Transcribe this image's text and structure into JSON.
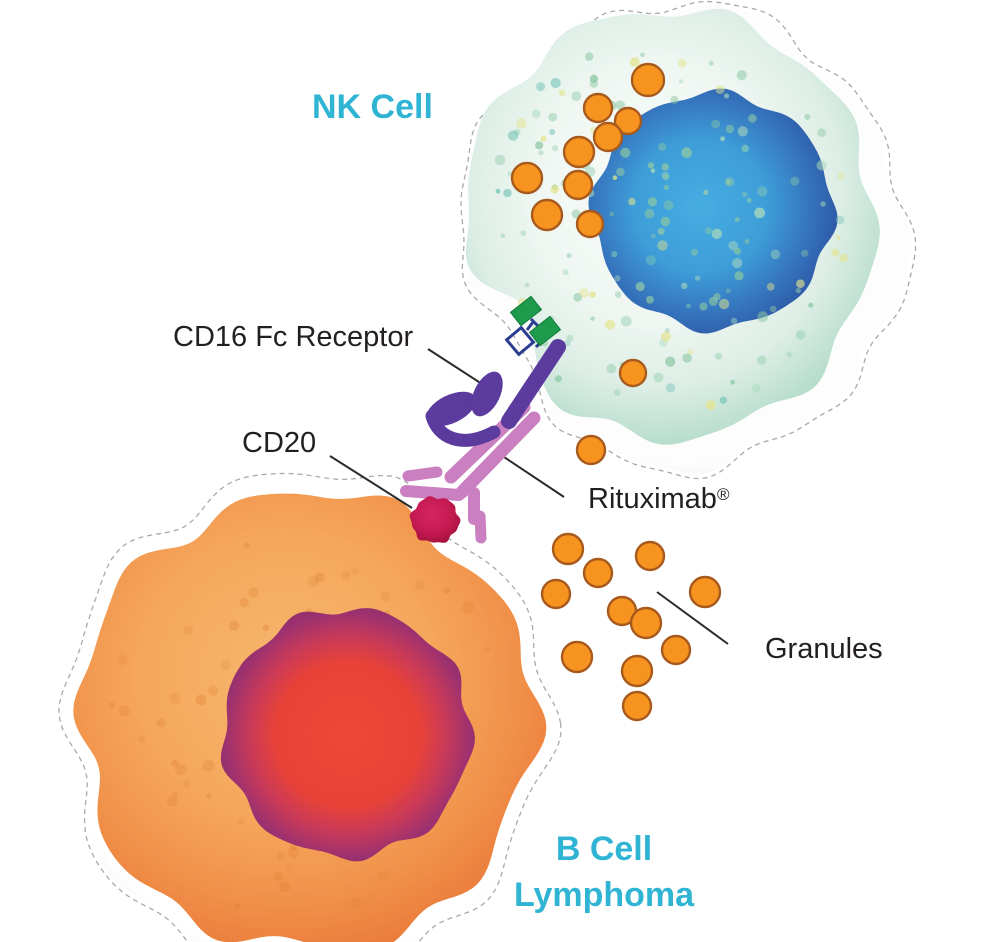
{
  "figure": {
    "type": "immunology-cell-interaction-diagram",
    "labels": {
      "nk_cell": "NK Cell",
      "cd16": "CD16 Fc Receptor",
      "cd20": "CD20",
      "rituximab": "Rituximab",
      "rituximab_reg": "®",
      "granules": "Granules",
      "b_cell_line1": "B Cell",
      "b_cell_line2": "Lymphoma"
    },
    "counts": {
      "nk_internal_granules": 10,
      "secreted_granules": 12
    },
    "colors": {
      "label_cyan": "#2FB4D3",
      "label_dark": "#231F20",
      "leader_line": "#2B2B2B",
      "outline_dash": "#A9A9A9",
      "nk_body_mint": "#ACD8C5",
      "nk_body_light": "#F8FBF9",
      "nk_nucleus_blue": "#3E9DD8",
      "nk_nucleus_navy": "#2B4F9D",
      "speckle_green": "#8CC7A4",
      "speckle_light_green": "#A8D8BD",
      "speckle_yellow": "#E3E48C",
      "speckle_teal": "#7CC5B8",
      "granule_fill": "#F79420",
      "granule_stroke": "#A85A1D",
      "receptor_purple": "#5B3B9D",
      "antibody_pink": "#C97FC0",
      "glycan_green": "#1E9A4C",
      "glycan_green_dark": "#0F7A38",
      "connector_navy": "#2C3E90",
      "cd20_red": "#C41A52",
      "b_body_orange": "#F5A75C",
      "b_body_edge": "#EB7C3B",
      "b_speckle": "#D87B2F",
      "b_nucleus_red": "#E84238",
      "b_nucleus_purple": "#8C2E67"
    }
  }
}
